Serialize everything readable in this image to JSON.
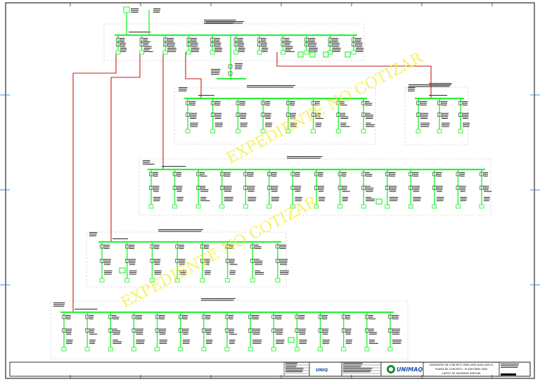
{
  "sheet": {
    "background": "#ffffff",
    "border_color": "#000000"
  },
  "watermark": {
    "text": "EXPEDIENTE NO COTIZAR",
    "color": "#f2ee3a"
  },
  "colors": {
    "bus": "#2bf23a",
    "feeder": "#cc1a1a",
    "panel_frame": "#c8c8c8",
    "text": "#000000"
  },
  "title_block": {
    "project_lines": [
      "SUMINISTRO DE CONCRETO PARA UNIQ QUELLAVECO",
      "PLANTA DE CONCRETO - PLATAFORMA 3000",
      "LAYOUT DE DIAGRAMA UNIFILAR"
    ],
    "company": "UNIMAQ",
    "logo_left": "UNIQ"
  },
  "diagram": {
    "main_board": {
      "feeders": 11,
      "sub_feeders": 1,
      "device_boxes": 4
    },
    "board_b": {
      "feeders": 8
    },
    "board_c": {
      "feeders": 3
    },
    "board_d": {
      "feeders": 15
    },
    "board_e": {
      "feeders": 8
    },
    "board_f": {
      "feeders": 15
    }
  }
}
